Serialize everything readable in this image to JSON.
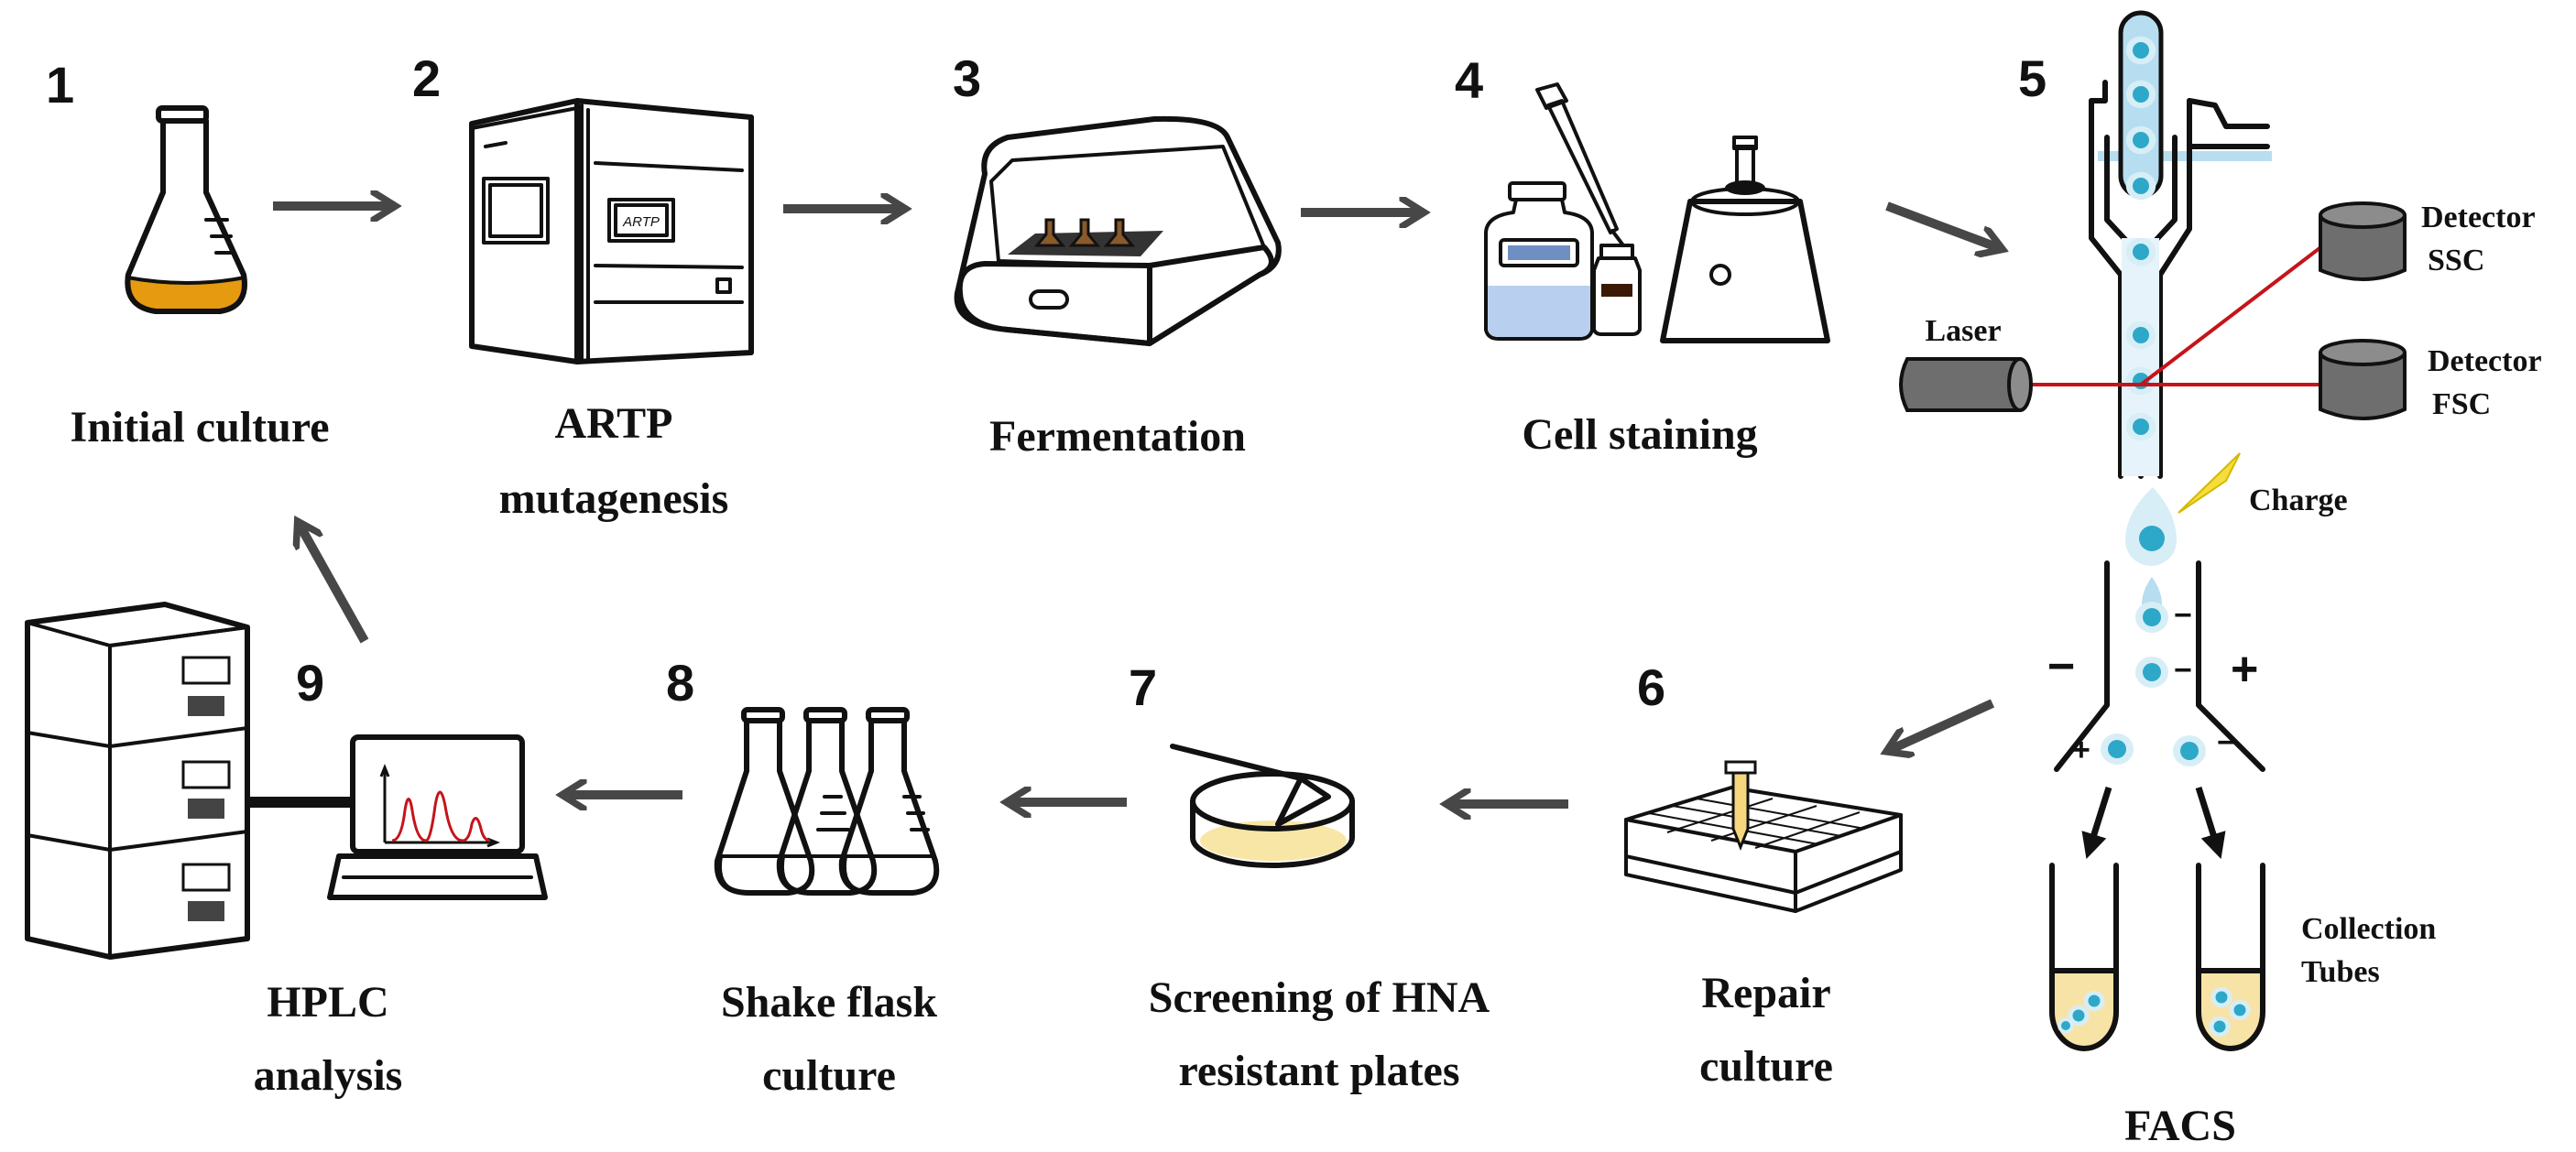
{
  "steps": [
    {
      "number": "1",
      "label_lines": [
        "Initial culture"
      ]
    },
    {
      "number": "2",
      "label_lines": [
        "ARTP",
        "mutagenesis"
      ]
    },
    {
      "number": "3",
      "label_lines": [
        "Fermentation"
      ]
    },
    {
      "number": "4",
      "label_lines": [
        "Cell staining"
      ]
    },
    {
      "number": "5",
      "label_lines": [
        "FACS"
      ]
    },
    {
      "number": "6",
      "label_lines": [
        "Repair",
        "culture"
      ]
    },
    {
      "number": "7",
      "label_lines": [
        "Screening of HNA",
        "resistant plates"
      ]
    },
    {
      "number": "8",
      "label_lines": [
        "Shake flask",
        "culture"
      ]
    },
    {
      "number": "9",
      "label_lines": [
        "HPLC",
        "analysis"
      ]
    }
  ],
  "facs": {
    "laser": "Laser",
    "detector_ssc": [
      "Detector",
      "SSC"
    ],
    "detector_fsc": [
      "Detector",
      "FSC"
    ],
    "charge": "Charge",
    "collection_tubes": [
      "Collection",
      "Tubes"
    ],
    "plus_sign": "+",
    "minus_sign": "−"
  },
  "equipment_text": {
    "artp_badge": "ARTP"
  },
  "colors": {
    "culture_orange": "#E59A10",
    "cell_teal": "#2EA8C8",
    "stream_blue": "#B7DDF0",
    "laser_red": "#C4141A",
    "charge_yellow": "#F5DE3C",
    "arrow_gray": "#474747"
  }
}
